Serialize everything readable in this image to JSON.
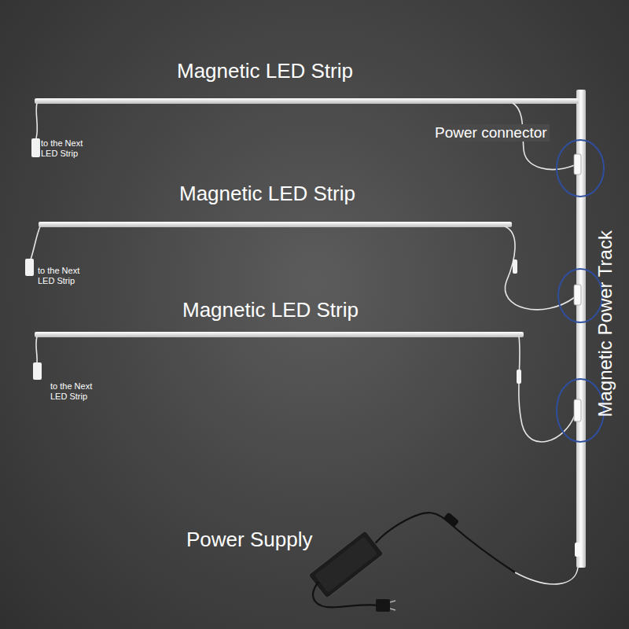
{
  "diagram": {
    "labels": [
      "Magnetic LED Strip",
      "Power connector",
      "to the Next LED Strip",
      "Magnetic LED Strip",
      "to the Next LED Strip",
      "Magnetic LED Strip",
      "to the Next LED Strip",
      "Magnetic Power Track",
      "Power Supply"
    ]
  }
}
